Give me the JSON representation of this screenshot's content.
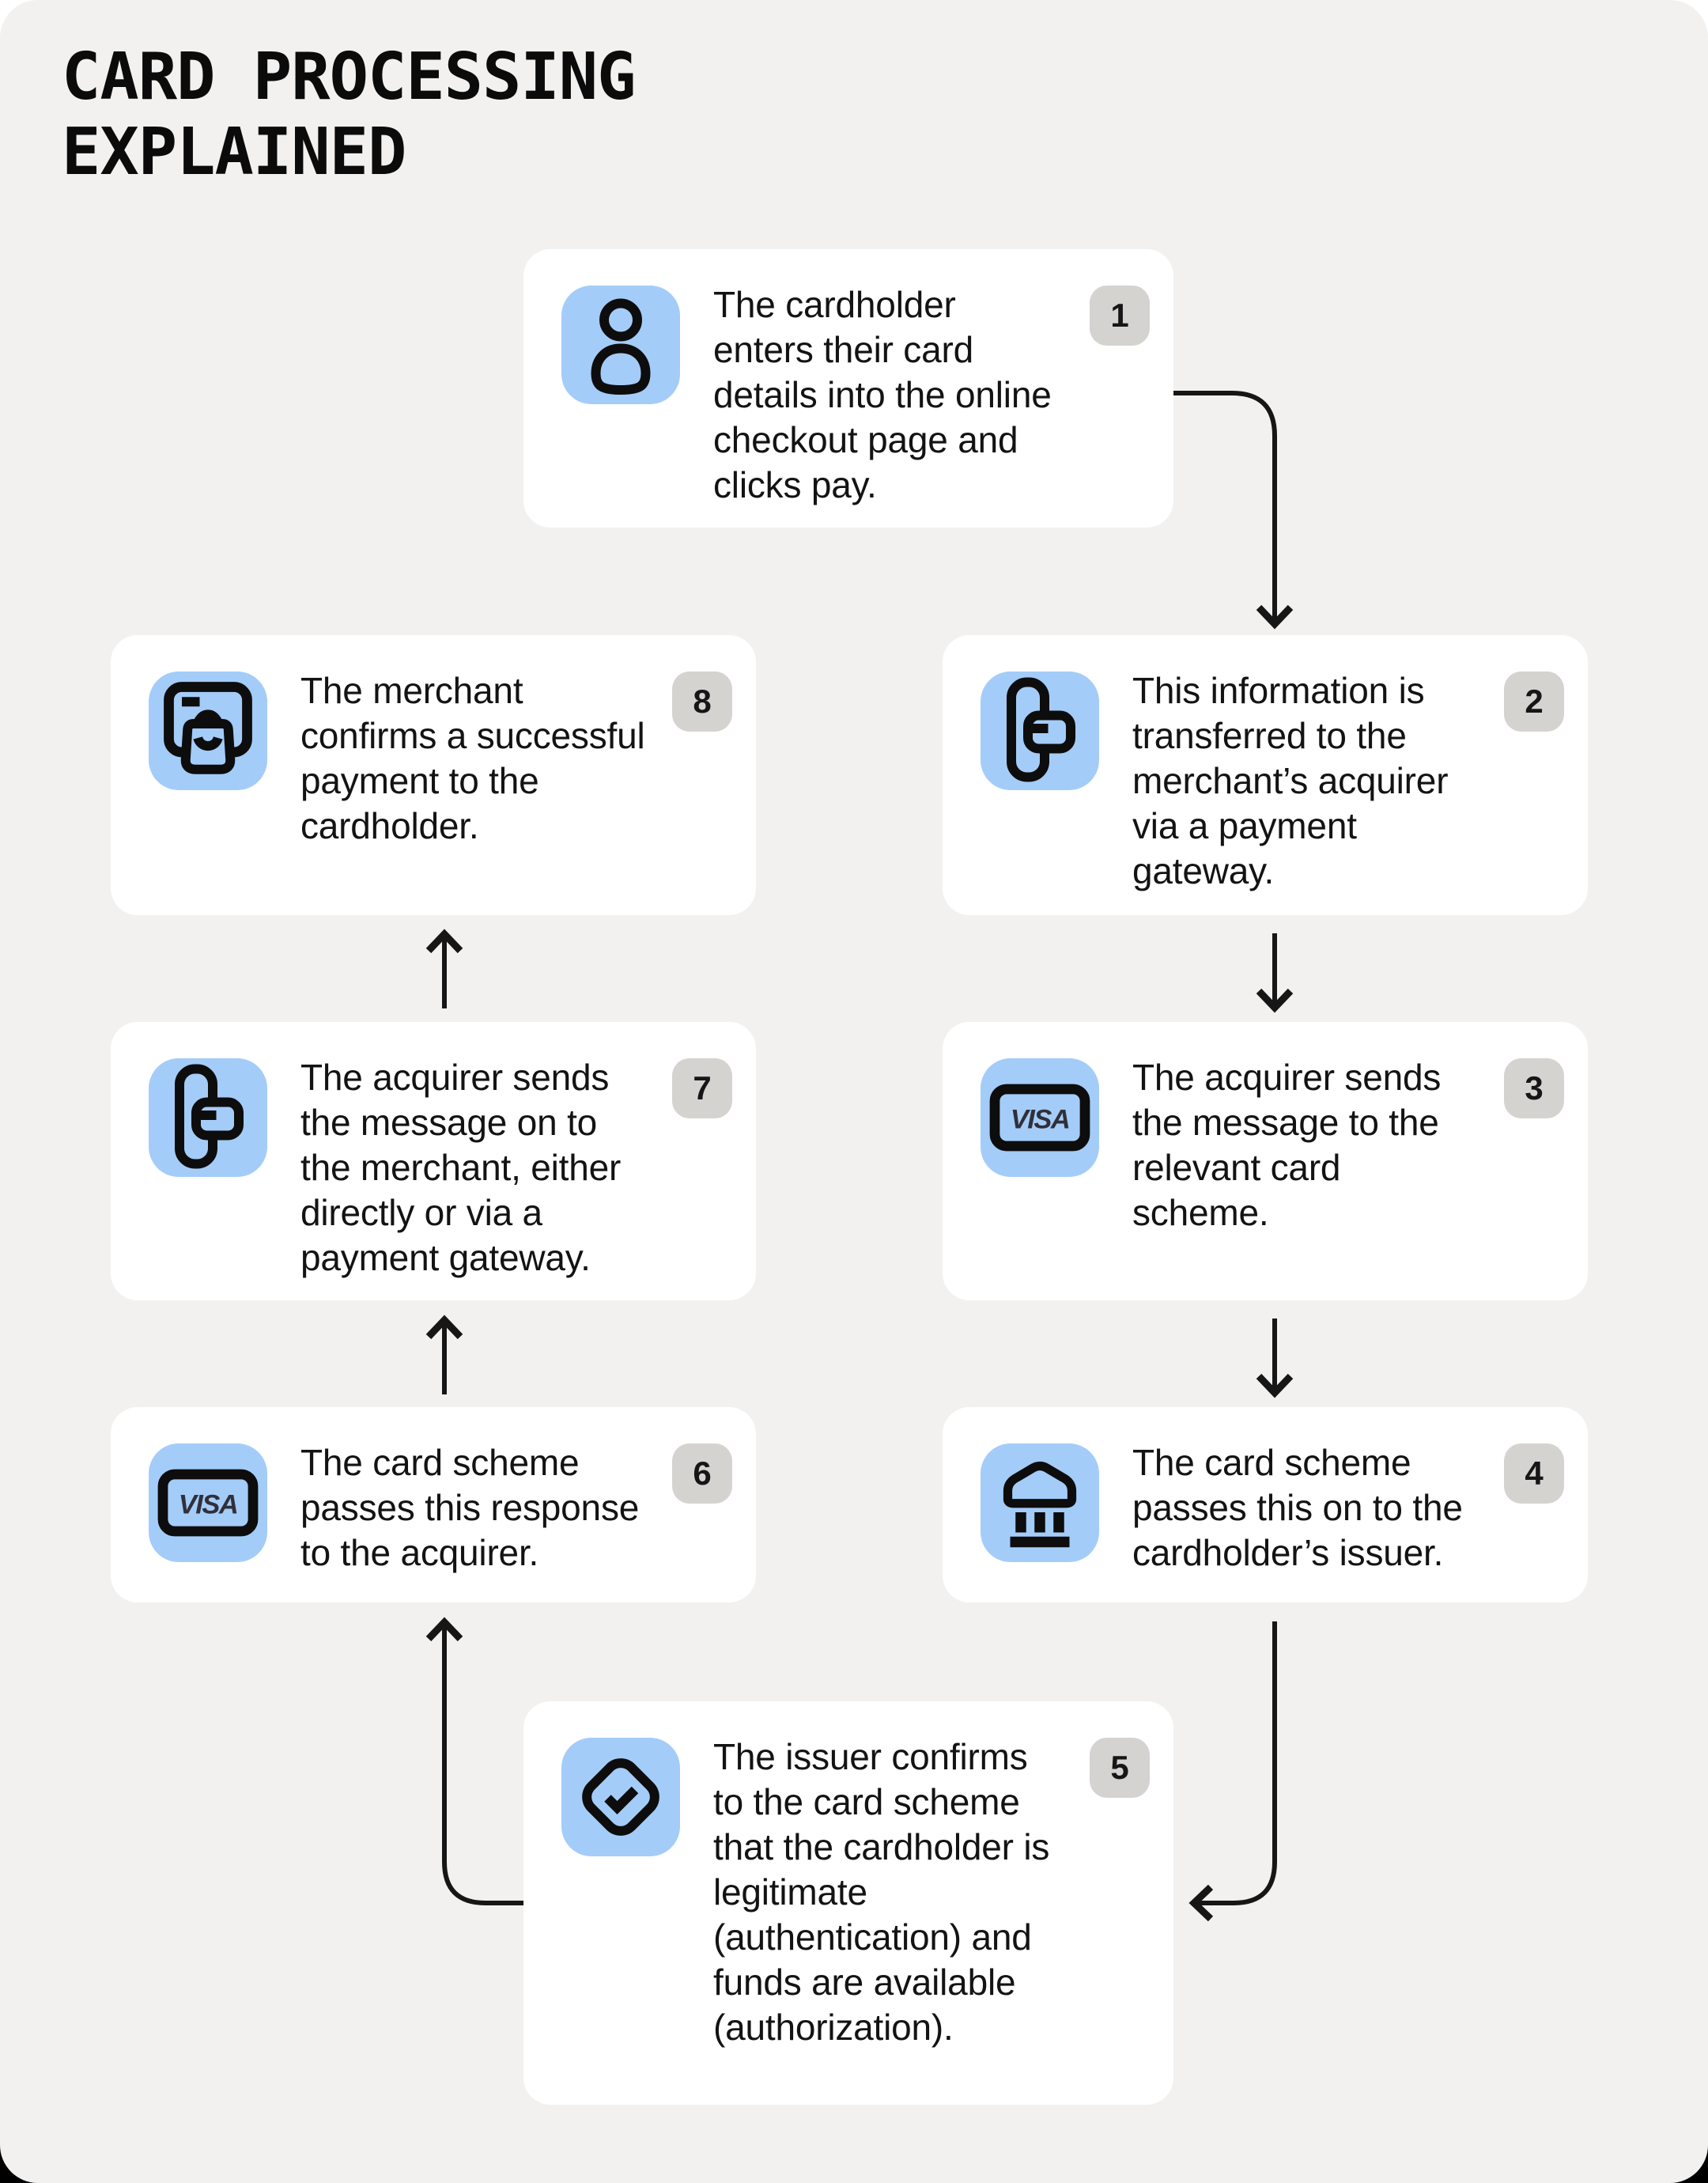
{
  "title": "CARD PROCESSING\nEXPLAINED",
  "visa_label": "VISA",
  "colors": {
    "page_background": "#f2f1ef",
    "card_background": "#ffffff",
    "icon_blue": "#a4ccf8",
    "badge_gray": "#d5d3d0",
    "ink": "#131313"
  },
  "steps": [
    {
      "number": "1",
      "icon": "cardholder-person",
      "text": "The cardholder\nenters their card\ndetails into the online\ncheckout page and\nclicks pay."
    },
    {
      "number": "2",
      "icon": "payment-gateway",
      "text": "This information is\ntransferred to the\nmerchant’s acquirer\nvia a payment\ngateway."
    },
    {
      "number": "3",
      "icon": "visa-card",
      "text": "The acquirer sends\nthe message to the\nrelevant card\nscheme."
    },
    {
      "number": "4",
      "icon": "bank-issuer",
      "text": "The card scheme\npasses this on to the\ncardholder’s issuer."
    },
    {
      "number": "5",
      "icon": "approved-check",
      "text": "The issuer confirms\nto the card scheme\nthat the cardholder is\nlegitimate\n(authentication) and\nfunds are available\n(authorization)."
    },
    {
      "number": "6",
      "icon": "visa-card",
      "text": "The card scheme\npasses this response\nto the acquirer."
    },
    {
      "number": "7",
      "icon": "payment-gateway",
      "text": "The acquirer sends\nthe message on to\nthe merchant, either\ndirectly or via a\npayment gateway."
    },
    {
      "number": "8",
      "icon": "merchant-terminal",
      "text": "The merchant\nconfirms a successful\npayment to the\ncardholder."
    }
  ]
}
